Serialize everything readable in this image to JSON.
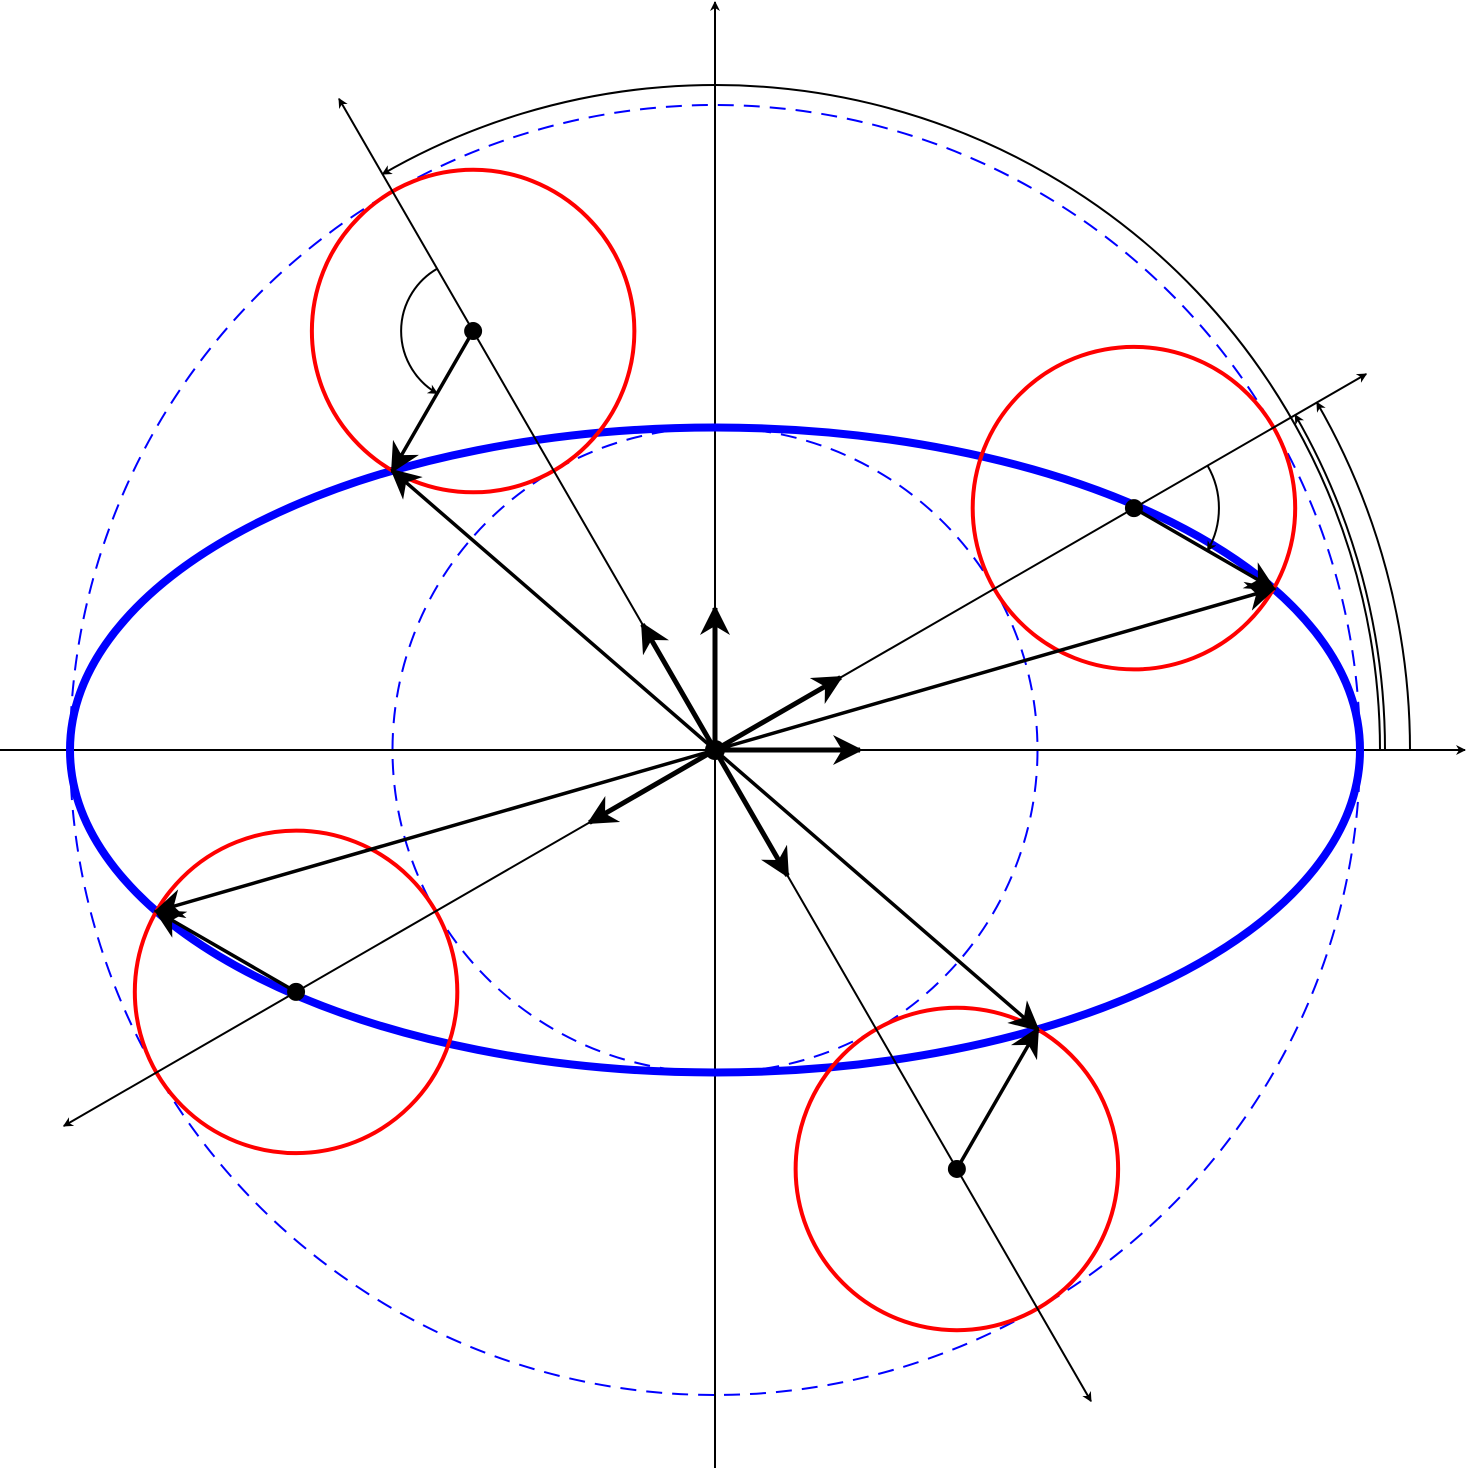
{
  "diagram": {
    "semi_major": 2,
    "semi_minor": 1,
    "epicycle_angles_deg": [
      120,
      30,
      210,
      300
    ],
    "colors": {
      "ellipse": "#0000ff",
      "dashed_circles": "#0000ff",
      "epicycles": "#ff0000",
      "lines": "#000000"
    }
  }
}
